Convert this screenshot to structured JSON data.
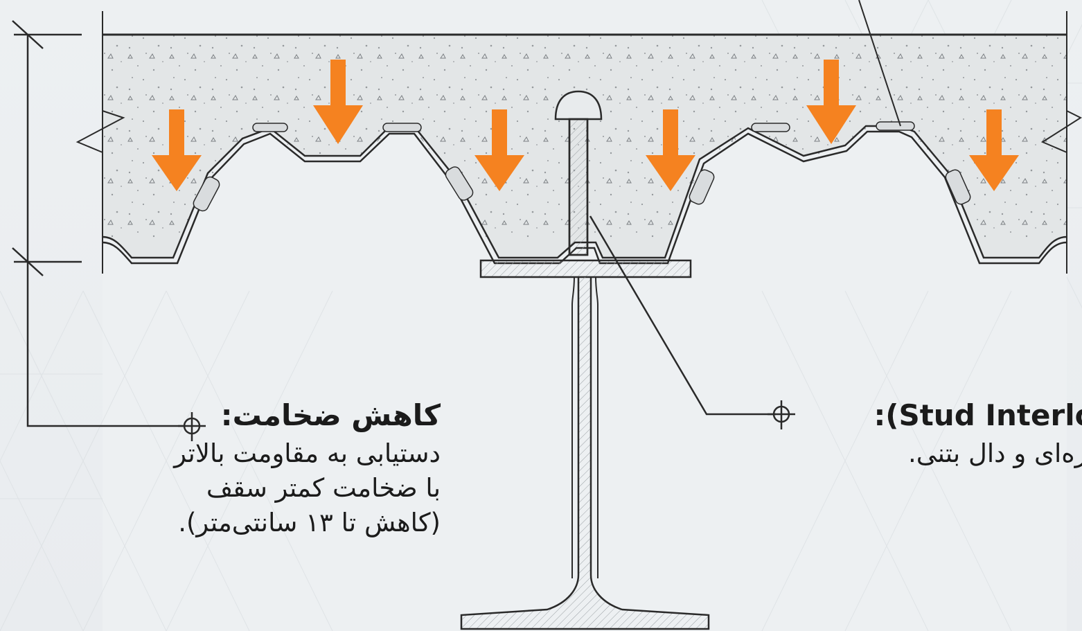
{
  "labels": {
    "thickness": {
      "title": "کاهش ضخامت:",
      "lines": [
        "دستیابی به مقاومت بالاتر",
        "با ضخامت کمتر سقف",
        "(کاهش تا ۱۳ سانتی‌متر)."
      ]
    },
    "stud": {
      "title": "ها (Stud Interlock):",
      "lines": [
        "ب تیر سازه‌ای و دال بتنی."
      ]
    }
  },
  "colors": {
    "background": "#edf0f2",
    "concrete": "#e4e7e8",
    "line": "#2a2a2a",
    "arrow": "#f58220",
    "steel_fill": "#e9ecee"
  },
  "icons": {
    "marker": "crosshair-circle-icon",
    "arrow": "arrow-down-icon"
  }
}
